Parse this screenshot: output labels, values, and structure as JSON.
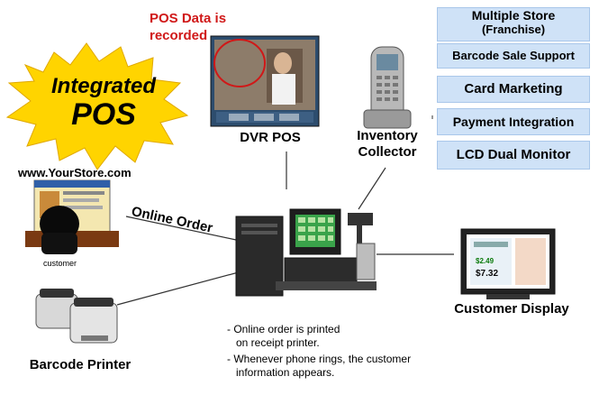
{
  "burst": {
    "line1": "Integrated",
    "line2": "POS",
    "fill": "#ffd400",
    "text_color": "#000000"
  },
  "dvr": {
    "note_line1": "POS Data is",
    "note_line2": "recorded",
    "note_color": "#d01818",
    "label": "DVR POS"
  },
  "inventory": {
    "label_line1": "Inventory",
    "label_line2": "Collector"
  },
  "features": [
    {
      "line1": "Multiple Store",
      "line2": "(Franchise)"
    },
    {
      "line1": "Barcode Sale Support"
    },
    {
      "line1": "Card Marketing"
    },
    {
      "line1": "Payment Integration"
    },
    {
      "line1": "LCD Dual Monitor"
    }
  ],
  "website": {
    "url": "www.YourStore.com",
    "user_label": "customer"
  },
  "online_order_label": "Online Order",
  "customer_display": {
    "label": "Customer Display",
    "price1": "$2.49",
    "price2": "$7.32"
  },
  "barcode_printer": {
    "label": "Barcode Printer"
  },
  "notes": [
    {
      "line1": "- Online order is printed",
      "line2": "on receipt printer."
    },
    {
      "line1": "- Whenever phone rings, the customer",
      "line2": "information appears."
    }
  ],
  "colors": {
    "feature_bg": "#cfe2f7",
    "line": "#333333"
  }
}
